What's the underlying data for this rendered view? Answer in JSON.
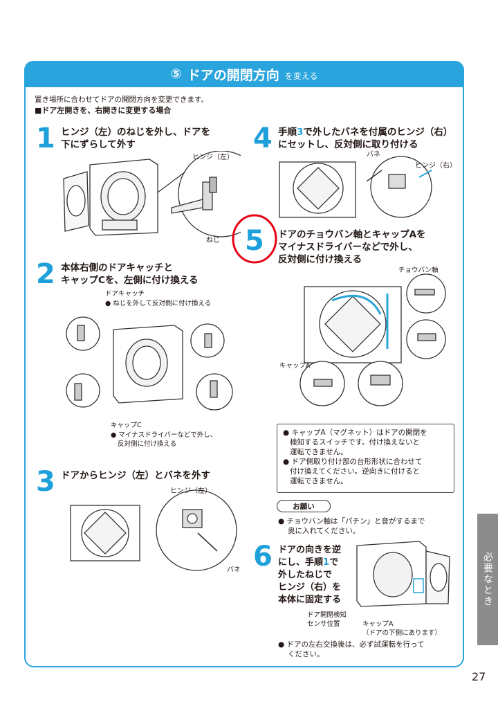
{
  "header": {
    "number": "⑤",
    "title": "ドアの開閉方向",
    "suffix": "を変える"
  },
  "intro": {
    "line1": "置き場所に合わせてドアの開閉方向を変更できます。",
    "line2": "■ドア左開きを、右開きに変更する場合"
  },
  "steps": [
    {
      "num": "1",
      "text_l1": "ヒンジ（左）のねじを外し、ドアを",
      "text_l2": "下にずらして外す",
      "labels": [
        "ヒンジ（左）",
        "ねじ"
      ]
    },
    {
      "num": "2",
      "text_l1": "本体右側のドアキャッチと",
      "text_l2": "キャップCを、左側に付け換える",
      "labels": [
        "ドアキャッチ",
        "● ねじを外して反対側に付け換える",
        "キャップC",
        "● マイナスドライバーなどで外し、",
        "反対側に付け換える"
      ]
    },
    {
      "num": "3",
      "text_l1": "ドアからヒンジ（左）とバネを外す",
      "labels": [
        "ヒンジ（左）",
        "バネ"
      ]
    },
    {
      "num": "4",
      "text_l1_pre": "手順",
      "text_l1_num": "3",
      "text_l1_post": "で外したバネを付属のヒンジ（右）",
      "text_l2": "にセットし、反対側に取り付ける",
      "labels": [
        "バネ",
        "ヒンジ（右）"
      ]
    },
    {
      "num": "5",
      "text_l1": "ドアのチョウバン軸とキャップAを",
      "text_l2": "マイナスドライバーなどで外し、",
      "text_l3": "反対側に付け換える",
      "labels": [
        "チョウバン軸",
        "キャップA"
      ]
    },
    {
      "num": "6",
      "lines": [
        "ドアの向きを逆",
        "にし、手順",
        "1",
        "で",
        "外したねじで",
        "ヒンジ（右）を",
        "本体に固定する"
      ],
      "labels": [
        "ドア開閉検知",
        "センサ位置",
        "キャップA",
        "（ドアの下側にあります）"
      ]
    }
  ],
  "note_box": [
    "● キャップA（マグネット）はドアの開閉を",
    "検知するスイッチです。付け換えないと",
    "運転できません。",
    "● ドア側取り付け部の台形形状に合わせて",
    "付け換えてください。逆向きに付けると",
    "運転できません。"
  ],
  "request": {
    "label": "お願い",
    "l1": "● チョウバン軸は「パチン」と音がするまで",
    "l2": "奥に入れてください。"
  },
  "final_note": {
    "l1": "● ドアの左右交換後は、必ず試運転を行って",
    "l2": "ください。"
  },
  "side_tab": "必要なとき",
  "page_number": "27",
  "colors": {
    "accent": "#29a4dc",
    "step_number": "#1ea0db",
    "marker_circle": "#e60012",
    "tab": "#8c8c8c"
  }
}
